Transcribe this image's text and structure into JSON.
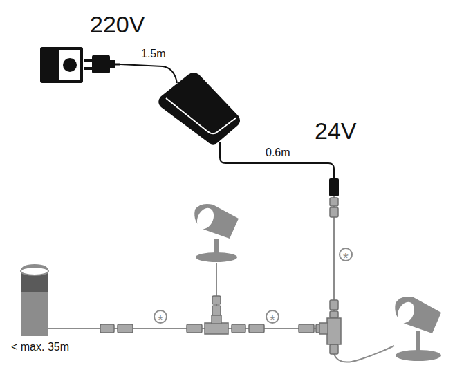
{
  "diagram": {
    "labels": [
      "220V",
      "1.5m",
      "24V",
      "0.6m",
      "*",
      "*",
      "*",
      "< max. 35m"
    ]
  }
}
